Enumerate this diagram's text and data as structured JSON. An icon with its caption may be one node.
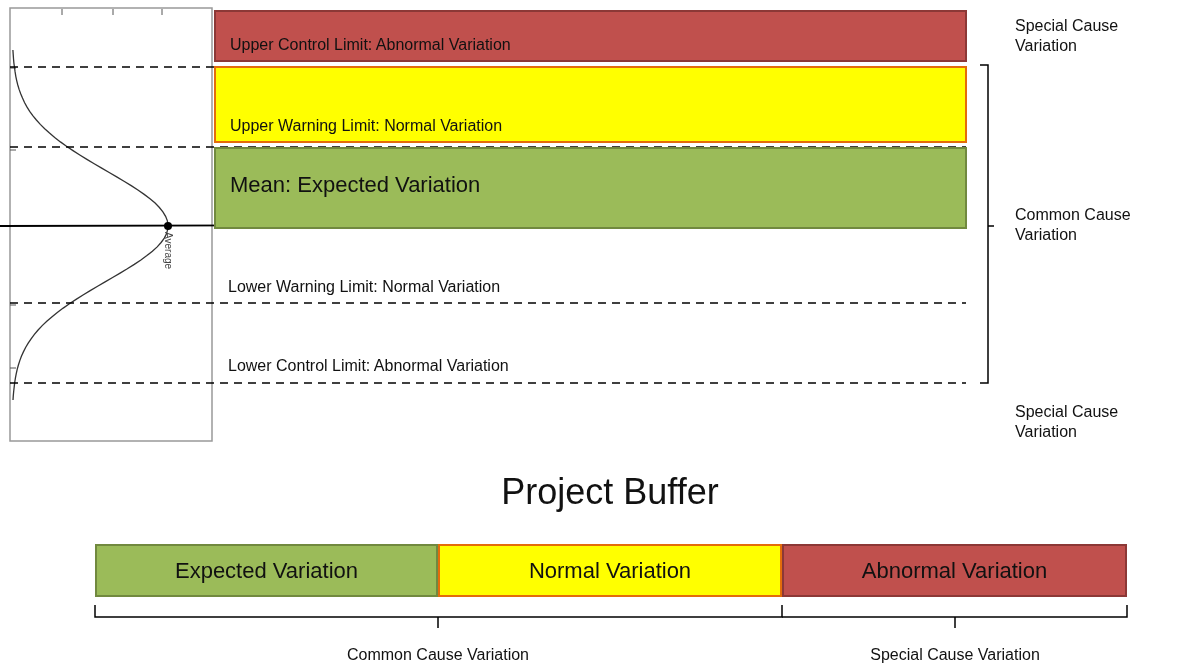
{
  "diagram": {
    "title": "Project Buffer",
    "nodes": [
      {
        "text": [
          "Upper Control Limit: Abnormal Variation"
        ]
      },
      {
        "text": [
          "Upper Warning Limit: Normal Variation"
        ]
      },
      {
        "text": [
          "Mean: Expected Variation"
        ]
      },
      {
        "text": [
          "Expected Variation"
        ]
      },
      {
        "text": [
          "Normal Variation"
        ]
      },
      {
        "text": [
          "Abnormal Variation"
        ]
      }
    ],
    "labels": [
      "Special Cause Variation",
      "Common Cause Variation",
      "Average",
      "Lower Warning Limit: Normal Variation",
      "Lower Control Limit: Abnormal Variation",
      "Special Cause Variation",
      "Common Cause Variation",
      "Special Cause Variation"
    ]
  }
}
